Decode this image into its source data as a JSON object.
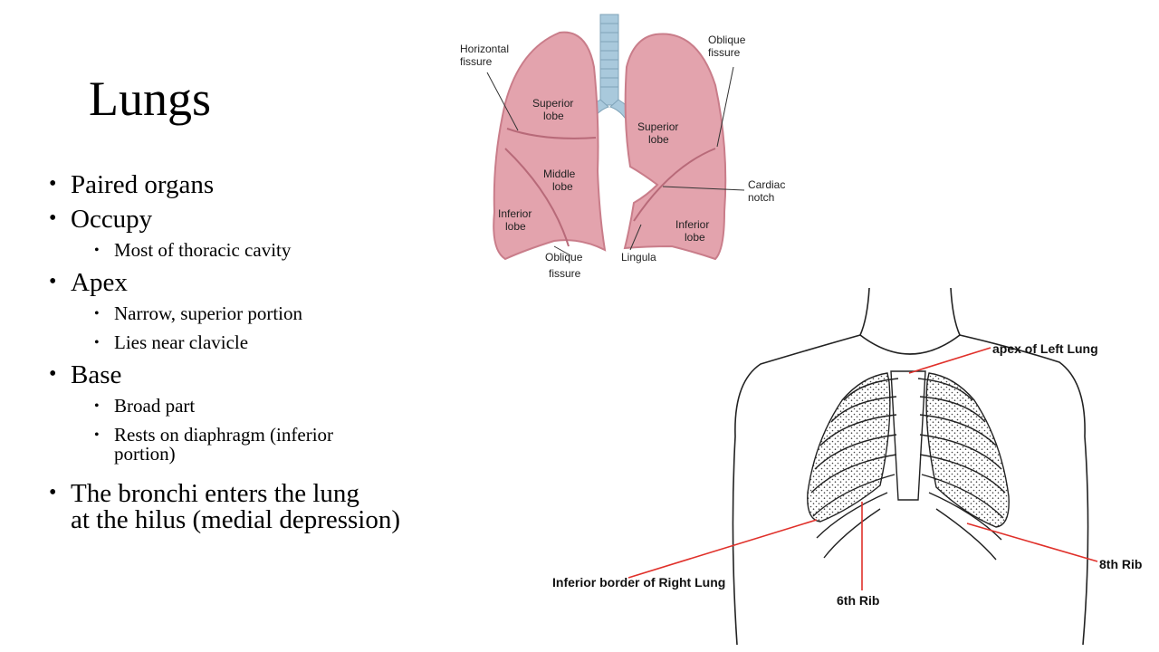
{
  "slide": {
    "title": "Lungs",
    "bullets": {
      "paired": "Paired organs",
      "occupy": "Occupy",
      "occupy_sub": "Most of thoracic cavity",
      "apex": "Apex",
      "apex_sub1": "Narrow, superior portion",
      "apex_sub2": "Lies near clavicle",
      "base": "Base",
      "base_sub1": "Broad part",
      "base_sub2a": "Rests on diaphragm (inferior",
      "base_sub2b": "portion)",
      "bronchi_a": "The bronchi enters the lung",
      "bronchi_b": "at the hilus (medial depression)"
    }
  },
  "lungs_figure": {
    "horizontal_fissure_a": "Horizontal",
    "horizontal_fissure_b": "fissure",
    "oblique_fissure_top_a": "Oblique",
    "oblique_fissure_top_b": "fissure",
    "right_superior_a": "Superior",
    "right_superior_b": "lobe",
    "left_superior_a": "Superior",
    "left_superior_b": "lobe",
    "middle_a": "Middle",
    "middle_b": "lobe",
    "cardiac_notch_a": "Cardiac",
    "cardiac_notch_b": "notch",
    "right_inferior_a": "Inferior",
    "right_inferior_b": "lobe",
    "left_inferior_a": "Inferior",
    "left_inferior_b": "lobe",
    "oblique_fissure_bottom_a": "Oblique",
    "oblique_fissure_bottom_b": "fissure",
    "lingula": "Lingula"
  },
  "chest_figure": {
    "apex_left": "apex of Left Lung",
    "inferior_border_right": "Inferior border of Right Lung",
    "sixth_rib": "6th Rib",
    "eighth_rib": "8th Rib"
  },
  "colors": {
    "lung_fill": "#e3a3ad",
    "lung_shadow": "#c97d8a",
    "trachea": "#a9c9dc",
    "callout_red": "#e0302a"
  }
}
